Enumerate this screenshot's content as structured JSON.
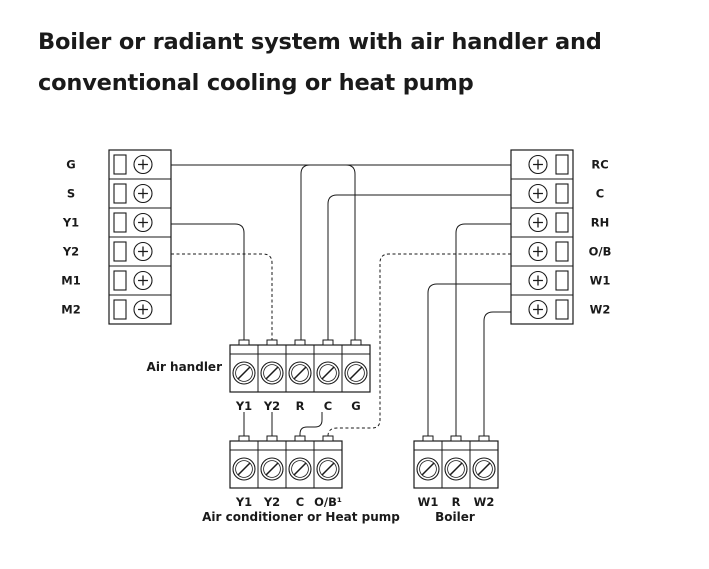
{
  "title": {
    "line1": "Boiler or radiant system with air handler and",
    "line2": "conventional cooling or heat pump"
  },
  "thermostat_left": {
    "terminals": [
      "G",
      "S",
      "Y1",
      "Y2",
      "M1",
      "M2"
    ]
  },
  "thermostat_right": {
    "terminals": [
      "RC",
      "C",
      "RH",
      "O/B",
      "W1",
      "W2"
    ]
  },
  "air_handler": {
    "label": "Air handler",
    "terminals": [
      "Y1",
      "Y2",
      "R",
      "C",
      "G"
    ]
  },
  "air_conditioner": {
    "label": "Air conditioner or Heat pump",
    "terminals": [
      "Y1",
      "Y2",
      "C",
      "O/B¹"
    ]
  },
  "boiler": {
    "label": "Boiler",
    "terminals": [
      "W1",
      "R",
      "W2"
    ]
  },
  "colors": {
    "line": "#1a1a1a",
    "terminal_fill": "#ffffff"
  },
  "connections": [
    {
      "from": "G",
      "to": "Air handler G",
      "style": "solid"
    },
    {
      "from": "RC",
      "to": "Air handler R",
      "style": "solid"
    },
    {
      "from": "C",
      "to": "Air handler C",
      "style": "solid"
    },
    {
      "from": "Y1",
      "to": "Air handler Y1",
      "style": "solid"
    },
    {
      "from": "Y2",
      "to": "Air handler Y2",
      "style": "dashed"
    },
    {
      "from": "O/B",
      "to": "Air conditioner O/B¹",
      "style": "dashed"
    },
    {
      "from": "RH",
      "to": "Boiler R",
      "style": "solid"
    },
    {
      "from": "W1",
      "to": "Boiler W1",
      "style": "solid"
    },
    {
      "from": "W2",
      "to": "Boiler W2",
      "style": "solid"
    },
    {
      "from": "Air handler Y1",
      "to": "Air conditioner Y1",
      "style": "solid"
    },
    {
      "from": "Air handler Y2",
      "to": "Air conditioner Y2",
      "style": "solid"
    },
    {
      "from": "Air handler C",
      "to": "Air conditioner C",
      "style": "solid"
    }
  ]
}
